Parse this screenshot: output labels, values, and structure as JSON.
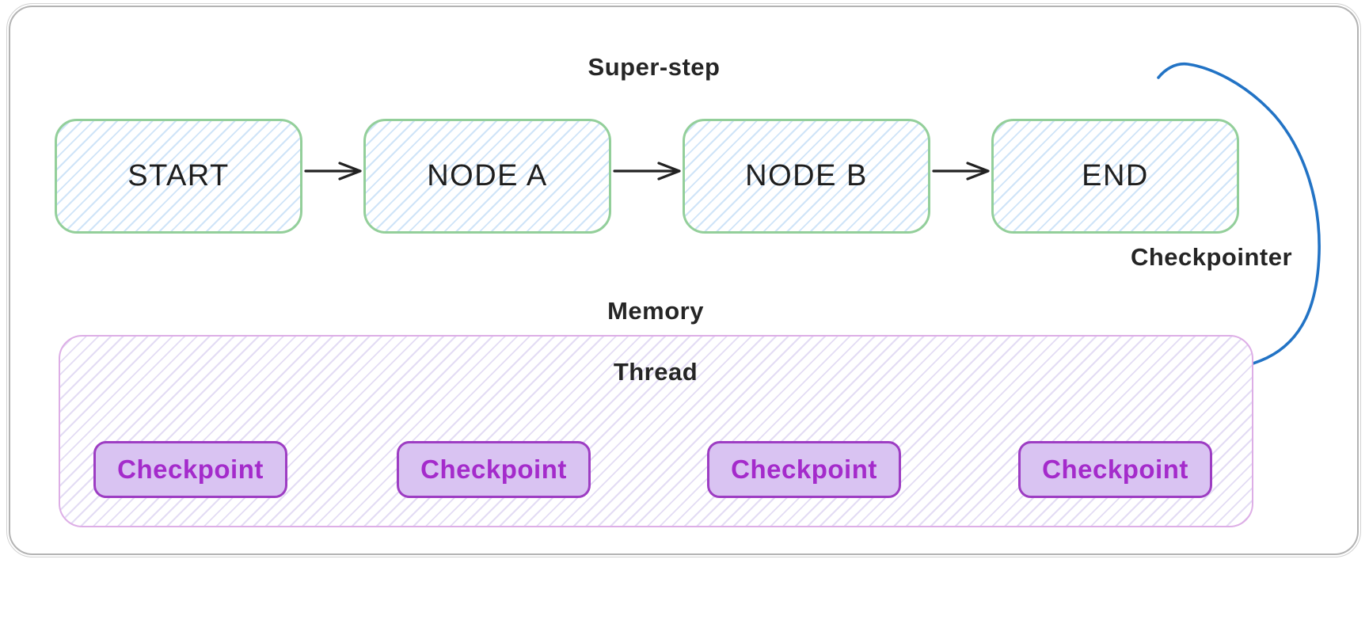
{
  "diagram": {
    "superstep": {
      "title": "Super-step",
      "nodes": [
        {
          "label": "START"
        },
        {
          "label": "NODE A"
        },
        {
          "label": "NODE B"
        },
        {
          "label": "END"
        }
      ]
    },
    "checkpointer_label": "Checkpointer",
    "memory": {
      "title": "Memory",
      "thread_title": "Thread",
      "checkpoints": [
        {
          "label": "Checkpoint"
        },
        {
          "label": "Checkpoint"
        },
        {
          "label": "Checkpoint"
        },
        {
          "label": "Checkpoint"
        }
      ]
    }
  },
  "colors": {
    "card_border": "#b3b3b3",
    "card_border_outer": "#d2d2d2",
    "heading_text": "#252525",
    "node_border": "#93cf9a",
    "node_hatch": "#cfe4f8",
    "node_text": "#1e1e1e",
    "arrow_black": "#222222",
    "arrow_blue": "#2273c5",
    "arrow_purple": "#9d3dc3",
    "thread_border": "#ddaee6",
    "thread_hatch": "#e3dcf4",
    "checkpoint_border": "#9d3dc3",
    "checkpoint_fill": "#d9c3f2",
    "checkpoint_text": "#a42bcb"
  }
}
